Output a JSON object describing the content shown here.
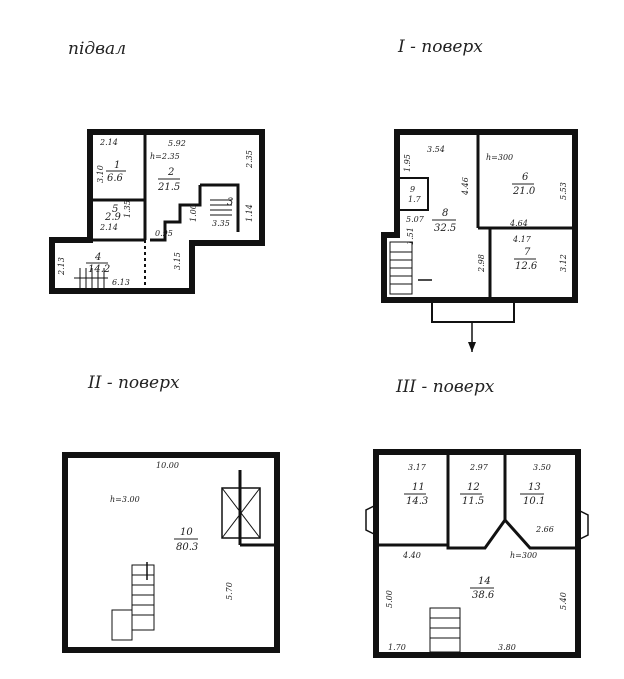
{
  "floors": {
    "basement": {
      "title": "підвал",
      "dims": [
        "2.14",
        "5.92",
        "h=2.35",
        "2.35",
        "3.10",
        "1.35",
        "2.14",
        "0.95",
        "1.00",
        "3.15",
        "1.14",
        "2.13",
        "6.13",
        "3.35"
      ],
      "rooms": [
        {
          "no": "1",
          "area": "6.6"
        },
        {
          "no": "2",
          "area": "21.5"
        },
        {
          "no": "3",
          "area": ""
        },
        {
          "no": "4",
          "area": "14.2"
        },
        {
          "no": "5",
          "area": "2.9"
        }
      ]
    },
    "first": {
      "title": "I - поверх",
      "dims": [
        "3.54",
        "h=300",
        "1.95",
        "4.46",
        "5.53",
        "5.07",
        "4.64",
        "4.17",
        "1.51",
        "2.98",
        "3.12"
      ],
      "rooms": [
        {
          "no": "6",
          "area": "21.0"
        },
        {
          "no": "7",
          "area": "12.6"
        },
        {
          "no": "8",
          "area": "32.5"
        },
        {
          "no": "9",
          "area": "1.7"
        }
      ]
    },
    "second": {
      "title": "II - поверх",
      "dims": [
        "10.00",
        "h=3.00",
        "5.70"
      ],
      "rooms": [
        {
          "no": "10",
          "area": "80.3"
        }
      ]
    },
    "third": {
      "title": "III - поверх",
      "dims": [
        "3.17",
        "2.97",
        "3.50",
        "2.66",
        "4.40",
        "h=300",
        "5.00",
        "5.40",
        "1.70",
        "3.80"
      ],
      "rooms": [
        {
          "no": "11",
          "area": "14.3"
        },
        {
          "no": "12",
          "area": "11.5"
        },
        {
          "no": "13",
          "area": "10.1"
        },
        {
          "no": "14",
          "area": "38.6"
        }
      ]
    }
  }
}
